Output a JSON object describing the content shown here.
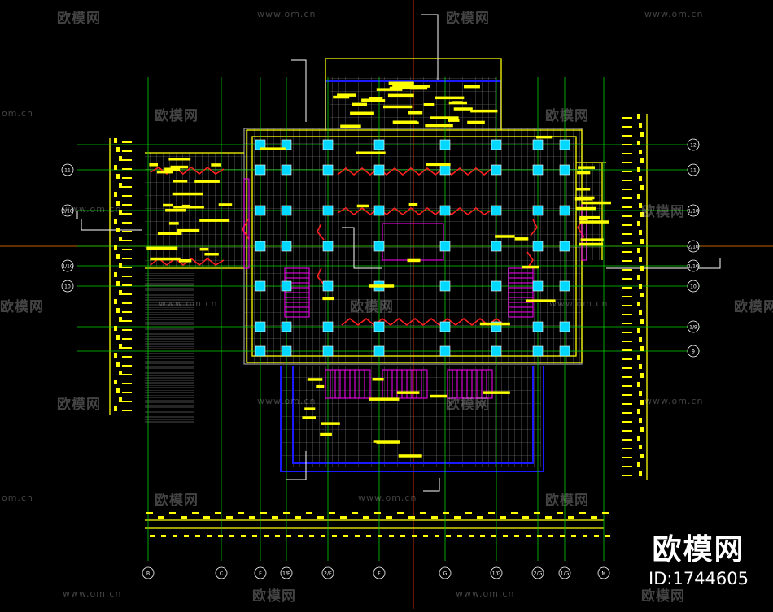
{
  "drawing": {
    "axis_labels_bottom": [
      "B",
      "C",
      "E",
      "1/E",
      "2/E",
      "F",
      "G",
      "1/G",
      "2/G",
      "1/G",
      "M"
    ],
    "axis_labels_right": [
      "12",
      "11",
      "1/10",
      "2/10",
      "1/10",
      "10",
      "1/9",
      "9"
    ],
    "axis_labels_left": [
      "11",
      "2/10",
      "1/10",
      "10"
    ],
    "colors": {
      "background": "#000000",
      "grid": "#00ff00",
      "outline": "#ffff00",
      "columns": "#00e5ff",
      "slab": "#9a9a9a",
      "beams": "#ff2020",
      "stairs": "#ff00ff",
      "walls_blue": "#1a1aff",
      "text_block": "#ffff00",
      "dimension_white": "#ffffff",
      "axis_orange": "#ff7f00"
    }
  },
  "watermarks": {
    "logo": "欧模网",
    "url": "www.om.cn",
    "url_short": "om.cn"
  },
  "brand": {
    "logo": "欧模网",
    "id": "ID:1744605"
  }
}
